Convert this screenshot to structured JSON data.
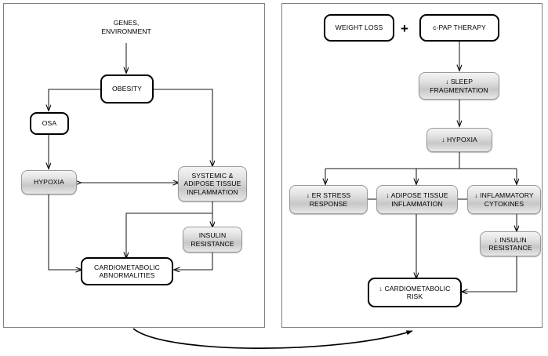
{
  "figure": {
    "title": "Obesity, OSA and cardiometabolic risk pathways",
    "panels": [
      {
        "id": "left",
        "name": "pathogenesis-panel"
      },
      {
        "id": "right",
        "name": "treatment-panel"
      }
    ],
    "colors": {
      "panel_border": "#808080",
      "node_border_black": "#000000",
      "node_fill_white": "#ffffff",
      "node_fill_gray_top": "#f4f4f4",
      "node_fill_gray_bottom": "#c7c7c7",
      "arrow": "#000000"
    }
  },
  "left_panel": {
    "labels": {
      "genes_environment": "GENES,\nENVIRONMENT"
    },
    "nodes": [
      {
        "id": "obesity",
        "label": "OBESITY",
        "style": "white"
      },
      {
        "id": "osa",
        "label": "OSA",
        "style": "white"
      },
      {
        "id": "hypoxia",
        "label": "HYPOXIA",
        "style": "gray"
      },
      {
        "id": "inflammation",
        "label": "SYSTEMIC &\nADIPOSE TISSUE\nINFLAMMATION",
        "style": "gray"
      },
      {
        "id": "insulin",
        "label": "INSULIN\nRESISTANCE",
        "style": "gray"
      },
      {
        "id": "cardiometabolic",
        "label": "CARDIOMETABOLIC\nABNORMALITIES",
        "style": "white"
      }
    ],
    "edges": [
      {
        "from": "genes_environment",
        "to": "obesity",
        "type": "arrow"
      },
      {
        "from": "obesity",
        "to": "osa",
        "type": "arrow"
      },
      {
        "from": "obesity",
        "to": "inflammation",
        "type": "arrow"
      },
      {
        "from": "osa",
        "to": "hypoxia",
        "type": "arrow"
      },
      {
        "from": "hypoxia",
        "to": "inflammation",
        "type": "double-arrow"
      },
      {
        "from": "hypoxia",
        "to": "cardiometabolic",
        "type": "arrow"
      },
      {
        "from": "inflammation",
        "to": "insulin",
        "type": "arrow"
      },
      {
        "from": "inflammation",
        "to": "cardiometabolic",
        "type": "arrow"
      },
      {
        "from": "insulin",
        "to": "cardiometabolic",
        "type": "arrow"
      }
    ]
  },
  "right_panel": {
    "operator": "+",
    "nodes": [
      {
        "id": "weight_loss",
        "label": "WEIGHT LOSS",
        "style": "white"
      },
      {
        "id": "cpap",
        "label": "c-PAP THERAPY",
        "style": "white"
      },
      {
        "id": "sleep_frag",
        "label": "↓ SLEEP\nFRAGMENTATION",
        "style": "gray"
      },
      {
        "id": "hypoxia_down",
        "label": "↓ HYPOXIA",
        "style": "gray"
      },
      {
        "id": "er_stress",
        "label": "↓ ER STRESS\nRESPONSE",
        "style": "gray"
      },
      {
        "id": "adipose",
        "label": "↓ ADIPOSE TISSUE\nINFLAMMATION",
        "style": "gray"
      },
      {
        "id": "cytokines",
        "label": "↓ INFLAMMATORY\nCYTOKINES",
        "style": "gray"
      },
      {
        "id": "insulin_down",
        "label": "↓ INSULIN\nRESISTANCE",
        "style": "gray"
      },
      {
        "id": "cardio_risk",
        "label": "↓ CARDIOMETABOLIC\nRISK",
        "style": "white"
      }
    ],
    "edges": [
      {
        "from": "cpap",
        "to": "sleep_frag",
        "type": "arrow"
      },
      {
        "from": "sleep_frag",
        "to": "hypoxia_down",
        "type": "arrow"
      },
      {
        "from": "hypoxia_down",
        "to": "er_stress",
        "type": "arrow"
      },
      {
        "from": "hypoxia_down",
        "to": "adipose",
        "type": "arrow"
      },
      {
        "from": "hypoxia_down",
        "to": "cytokines",
        "type": "arrow"
      },
      {
        "from": "er_stress",
        "to": "adipose",
        "type": "link"
      },
      {
        "from": "adipose",
        "to": "cytokines",
        "type": "link"
      },
      {
        "from": "adipose",
        "to": "cardio_risk",
        "type": "arrow"
      },
      {
        "from": "cytokines",
        "to": "insulin_down",
        "type": "arrow"
      },
      {
        "from": "insulin_down",
        "to": "cardio_risk",
        "type": "arrow"
      }
    ]
  },
  "cross_panel_edge": {
    "name": "pathogenesis-to-treatment-arrow",
    "from": "left_panel",
    "to": "right_panel",
    "type": "curved-arrow"
  }
}
